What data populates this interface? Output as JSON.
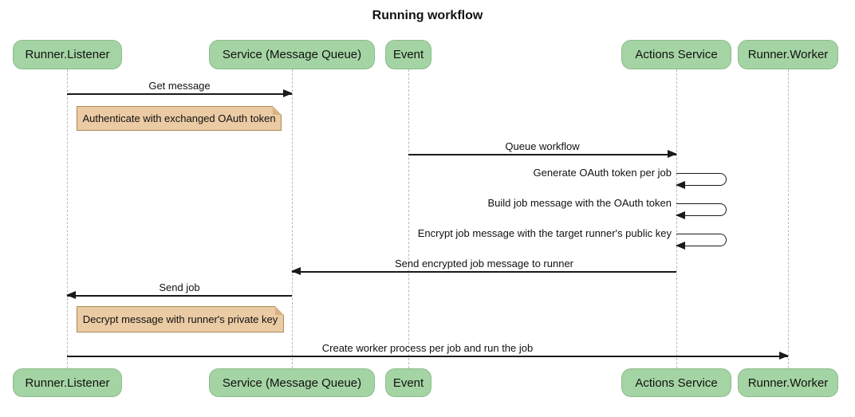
{
  "title": "Running workflow",
  "participants": [
    {
      "id": "runner-listener",
      "label": "Runner.Listener"
    },
    {
      "id": "service-message-queue",
      "label": "Service (Message Queue)"
    },
    {
      "id": "event",
      "label": "Event"
    },
    {
      "id": "actions-service",
      "label": "Actions Service"
    },
    {
      "id": "runner-worker",
      "label": "Runner.Worker"
    }
  ],
  "messages": [
    {
      "label": "Get message",
      "from": "Runner.Listener",
      "to": "Service (Message Queue)",
      "type": "solid"
    },
    {
      "label": "Queue workflow",
      "from": "Event",
      "to": "Actions Service",
      "type": "solid"
    },
    {
      "label": "Generate OAuth token per job",
      "from": "Actions Service",
      "to": "Actions Service",
      "type": "self"
    },
    {
      "label": "Build job message with the OAuth token",
      "from": "Actions Service",
      "to": "Actions Service",
      "type": "self"
    },
    {
      "label": "Encrypt job message with the target runner's public key",
      "from": "Actions Service",
      "to": "Actions Service",
      "type": "self"
    },
    {
      "label": "Send encrypted job message to runner",
      "from": "Actions Service",
      "to": "Service (Message Queue)",
      "type": "solid"
    },
    {
      "label": "Send job",
      "from": "Service (Message Queue)",
      "to": "Runner.Listener",
      "type": "solid"
    },
    {
      "label": "Create worker process per job and run the job",
      "from": "Runner.Listener",
      "to": "Runner.Worker",
      "type": "solid"
    }
  ],
  "notes": [
    {
      "label": "Authenticate with exchanged OAuth token",
      "over": "Runner.Listener"
    },
    {
      "label": "Decrypt message with runner's private key",
      "over": "Runner.Listener"
    }
  ],
  "colors": {
    "participant_fill": "#a4d4a4",
    "note_fill": "#ebcba4",
    "note_border": "#a98a59",
    "line": "#1a1a1a",
    "lifeline": "#b9b9b9"
  }
}
